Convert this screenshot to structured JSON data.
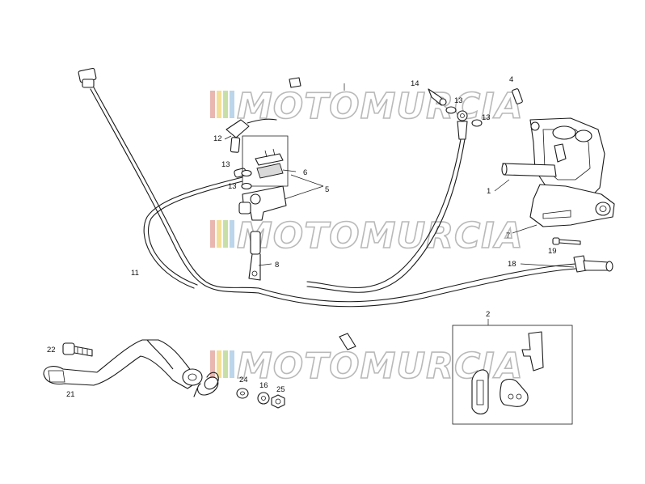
{
  "watermark": {
    "text": "MOTOMURCIA",
    "stripe_colors": [
      "#e9b6b0",
      "#f3df96",
      "#c9dfa8",
      "#bcd5ea"
    ]
  },
  "callouts": [
    {
      "id": "c1",
      "label": "1"
    },
    {
      "id": "c2",
      "label": "2"
    },
    {
      "id": "c4",
      "label": "4"
    },
    {
      "id": "c5",
      "label": "5"
    },
    {
      "id": "c6",
      "label": "6"
    },
    {
      "id": "c7",
      "label": "7"
    },
    {
      "id": "c8",
      "label": "8"
    },
    {
      "id": "c11",
      "label": "11"
    },
    {
      "id": "c12",
      "label": "12"
    },
    {
      "id": "c13a",
      "label": "13"
    },
    {
      "id": "c13b",
      "label": "13"
    },
    {
      "id": "c13c",
      "label": "13"
    },
    {
      "id": "c13d",
      "label": "13"
    },
    {
      "id": "c14",
      "label": "14"
    },
    {
      "id": "c16",
      "label": "16"
    },
    {
      "id": "c18",
      "label": "18"
    },
    {
      "id": "c19",
      "label": "19"
    },
    {
      "id": "c21",
      "label": "21"
    },
    {
      "id": "c22",
      "label": "22"
    },
    {
      "id": "c24",
      "label": "24"
    },
    {
      "id": "c25",
      "label": "25"
    }
  ]
}
